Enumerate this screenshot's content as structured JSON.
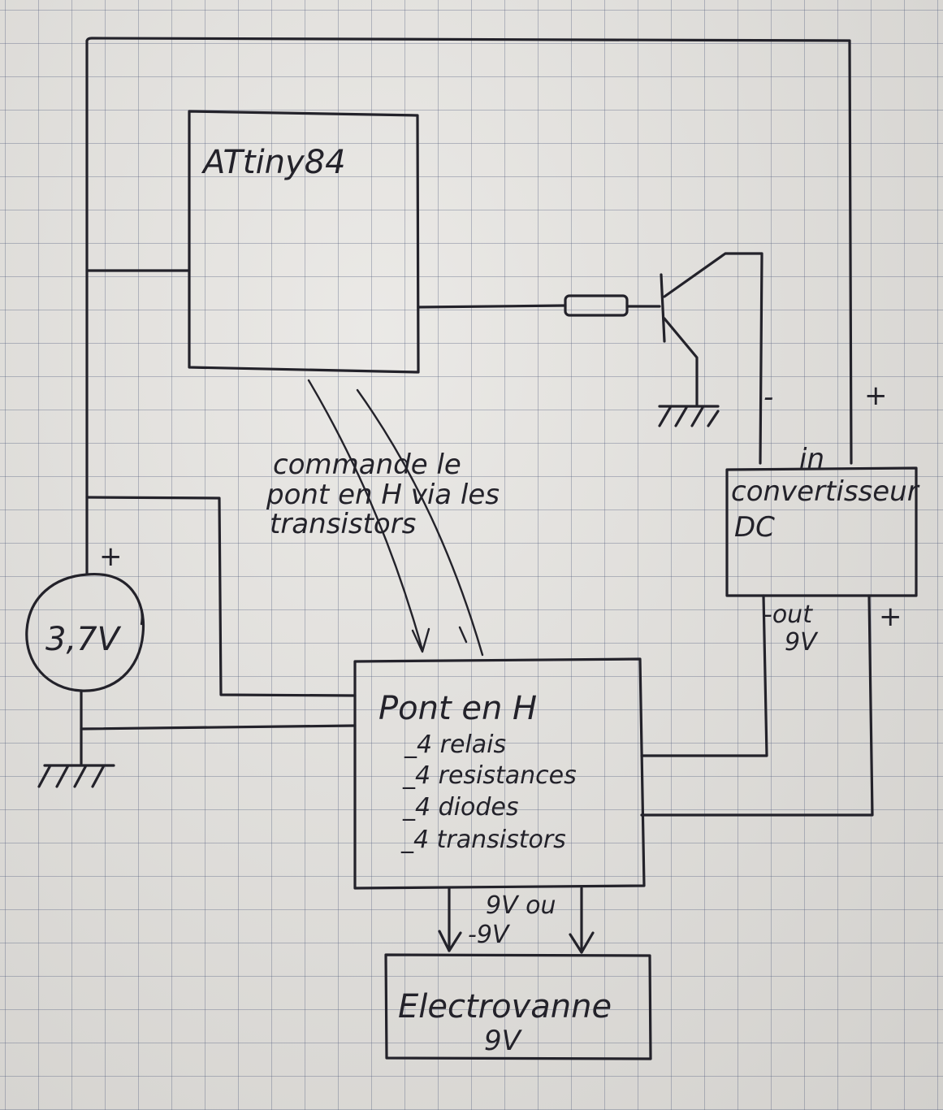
{
  "labels": {
    "mcu": "ATtiny84",
    "note_line1": "commande le",
    "note_line2": "pont en H via les",
    "note_line3": "transistors",
    "battery_plus": "+",
    "battery_voltage": "3,7V",
    "converter_in": "in",
    "converter_line1": "convertisseur",
    "converter_line2": "DC",
    "converter_minus_in": "-",
    "converter_plus_in": "+",
    "converter_out_minus": "-out",
    "converter_out_voltage": "9V",
    "converter_out_plus": "+",
    "bridge_title": "Pont en H",
    "bridge_item1": "_4 relais",
    "bridge_item2": "_4 resistances",
    "bridge_item3": "_4 diodes",
    "bridge_item4": "_4 transistors",
    "output_line1": "9V ou",
    "output_line2": "-9V",
    "valve_line1": "Electrovanne",
    "valve_line2": "9V"
  }
}
